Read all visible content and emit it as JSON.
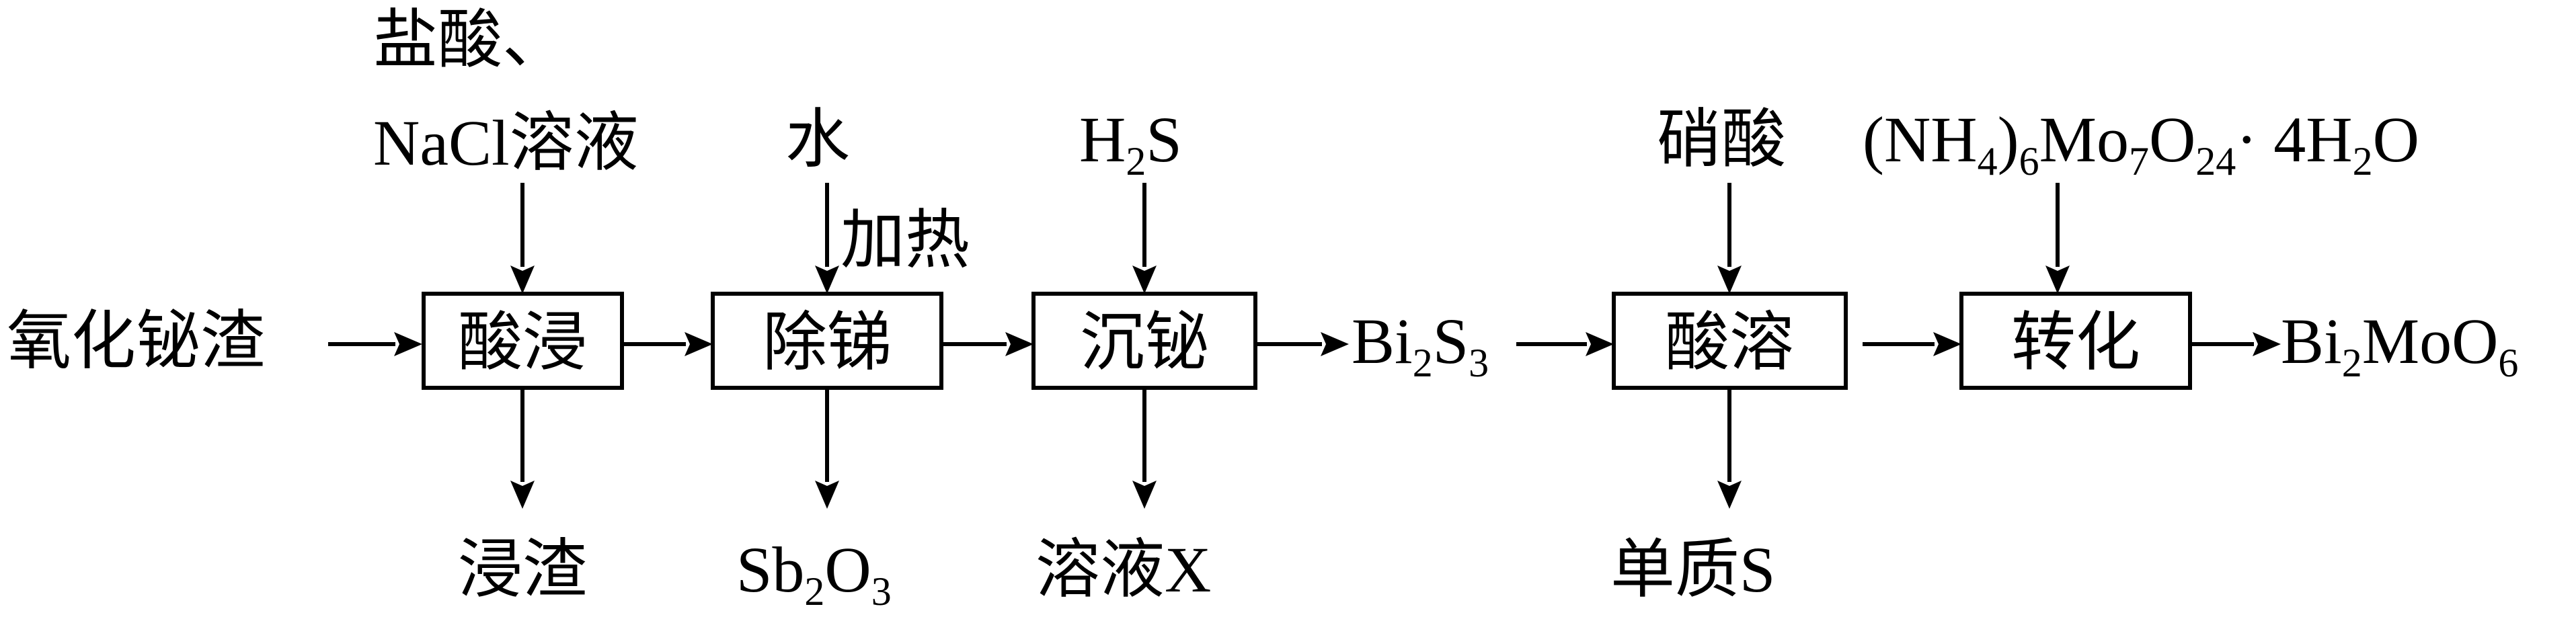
{
  "start": "氧化铋渣",
  "steps": {
    "acid_leach": "酸浸",
    "remove_sb": "除锑",
    "precip_bi": "沉铋",
    "acid_dissolve": "酸溶",
    "convert": "转化"
  },
  "inputs": {
    "leach_line1": "盐酸、",
    "leach_line2": "NaCl溶液",
    "water": "水",
    "heat": "加热",
    "h2s_h": "H",
    "h2s_2": "2",
    "h2s_s": "S",
    "nitric": "硝酸",
    "reagent": {
      "p1": "(NH",
      "s1": "4",
      "p2": ")",
      "s2": "6",
      "p3": "Mo",
      "s3": "7",
      "p4": "O",
      "s4": "24",
      "p5": "· 4H",
      "s5": "2",
      "p6": "O"
    }
  },
  "outputs": {
    "residue": "浸渣",
    "sb2o3": {
      "p1": "Sb",
      "s1": "2",
      "p2": "O",
      "s2": "3"
    },
    "solution_x": "溶液X",
    "sulfur": "单质S"
  },
  "intermediate": {
    "p1": "Bi",
    "s1": "2",
    "p2": "S",
    "s2": "3"
  },
  "product": {
    "p1": "Bi",
    "s1": "2",
    "p2": "MoO",
    "s2": "6"
  }
}
